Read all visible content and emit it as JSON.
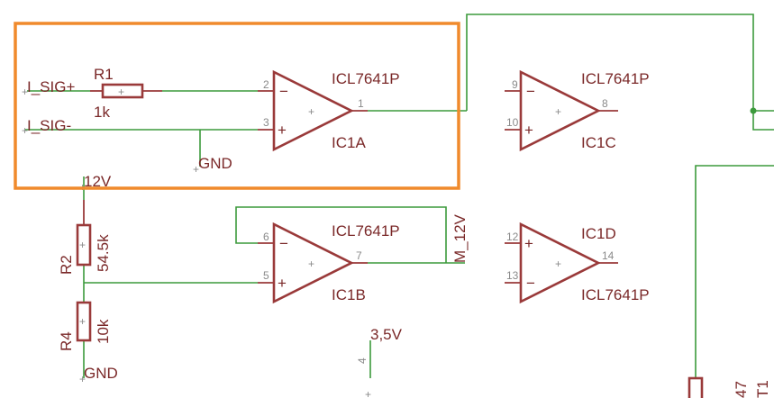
{
  "opamp_ic1a": {
    "part": "ICL7641P",
    "name": "IC1A",
    "pin_minus": "2",
    "pin_plus": "3",
    "pin_out": "1"
  },
  "opamp_ic1b": {
    "part": "ICL7641P",
    "name": "IC1B",
    "pin_minus": "6",
    "pin_plus": "5",
    "pin_out": "7"
  },
  "opamp_ic1c": {
    "part": "ICL7641P",
    "name": "IC1C",
    "pin_minus": "9",
    "pin_plus": "10",
    "pin_out": "8"
  },
  "opamp_ic1d": {
    "part": "ICL7641P",
    "name": "IC1D",
    "pin_plus": "12",
    "pin_minus": "13",
    "pin_out": "14"
  },
  "resistor_r1": {
    "name": "R1",
    "value": "1k"
  },
  "resistor_r2": {
    "name": "R2",
    "value": "54.5k"
  },
  "resistor_r4": {
    "name": "R4",
    "value": "10k"
  },
  "nets": {
    "sig_plus": "I_SIG+",
    "sig_minus": "I_SIG-",
    "gnd_top": "GND",
    "v12": "12V",
    "gnd_bottom": "GND",
    "m12": "M_12V",
    "v35": "3,5V",
    "pin4": "4"
  },
  "partial_part": {
    "label_a": "47",
    "label_b": "T1"
  },
  "colors": {
    "wire": "#3c9a3c",
    "part": "#9a3a3a",
    "label": "#7a2828",
    "selection": "#f08a2c"
  }
}
